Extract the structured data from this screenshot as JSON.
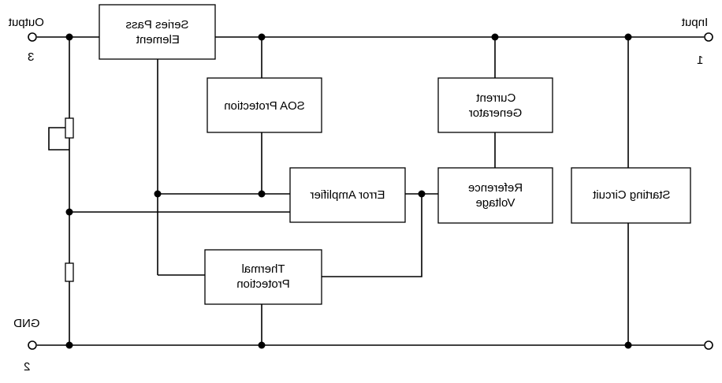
{
  "terminals": {
    "output": {
      "label": "Output",
      "pin": "3"
    },
    "input": {
      "label": "Input",
      "pin": "1"
    },
    "gnd": {
      "label": "GND",
      "pin": "2"
    }
  },
  "blocks": {
    "series_pass": [
      "Series Pass",
      "Element"
    ],
    "soa": [
      "SOA Protection"
    ],
    "current_gen": [
      "Current",
      "Generator"
    ],
    "error_amp": [
      "Error Amplifier"
    ],
    "reference": [
      "Reference",
      "Voltage"
    ],
    "starting": [
      "Starting Circuit"
    ],
    "thermal": [
      "Thermal",
      "Protection"
    ]
  }
}
